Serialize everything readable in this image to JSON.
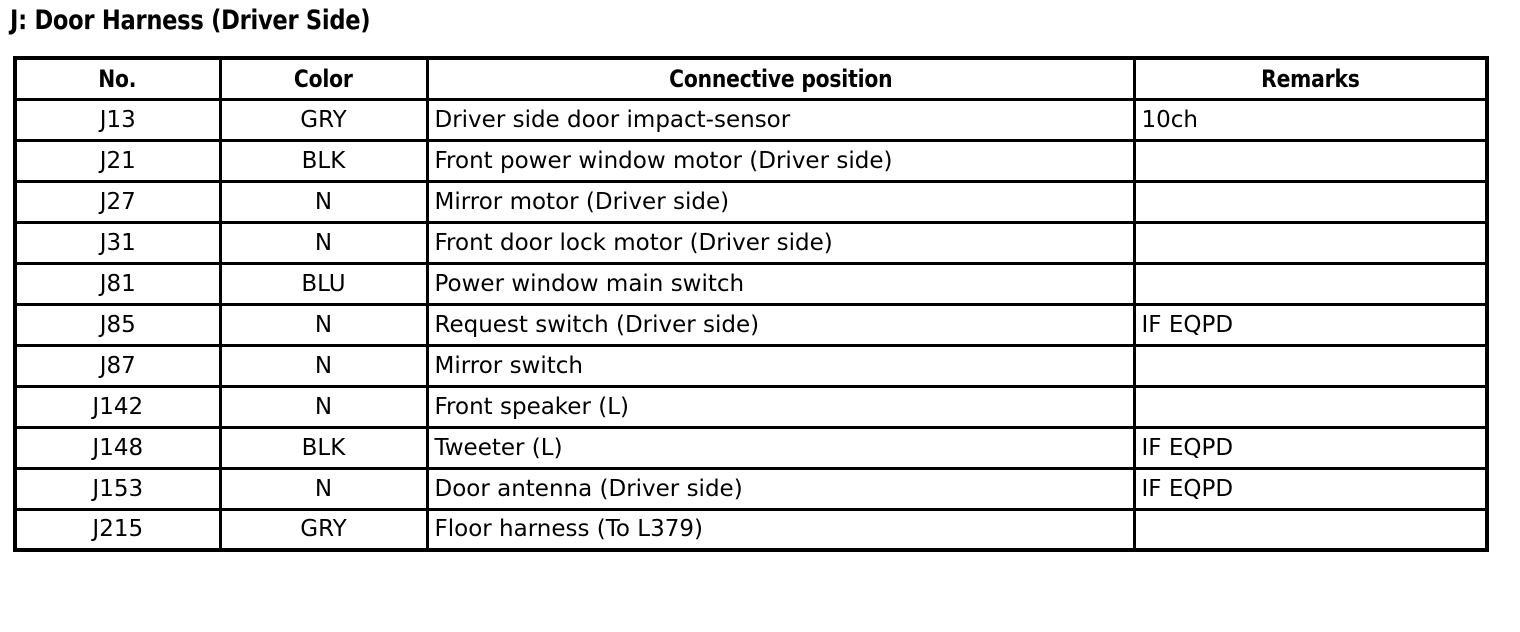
{
  "document": {
    "title": "J: Door Harness (Driver Side)"
  },
  "table": {
    "columns": [
      {
        "key": "no",
        "label": "No."
      },
      {
        "key": "color",
        "label": "Color"
      },
      {
        "key": "position",
        "label": "Connective position"
      },
      {
        "key": "remarks",
        "label": "Remarks"
      }
    ],
    "rows": [
      {
        "no": "J13",
        "color": "GRY",
        "position": "Driver side door impact-sensor",
        "remarks": "10ch"
      },
      {
        "no": "J21",
        "color": "BLK",
        "position": "Front power window motor (Driver side)",
        "remarks": ""
      },
      {
        "no": "J27",
        "color": "N",
        "position": "Mirror motor (Driver side)",
        "remarks": ""
      },
      {
        "no": "J31",
        "color": "N",
        "position": "Front door lock motor (Driver side)",
        "remarks": ""
      },
      {
        "no": "J81",
        "color": "BLU",
        "position": "Power window main switch",
        "remarks": ""
      },
      {
        "no": "J85",
        "color": "N",
        "position": "Request switch (Driver side)",
        "remarks": "IF EQPD"
      },
      {
        "no": "J87",
        "color": "N",
        "position": "Mirror switch",
        "remarks": ""
      },
      {
        "no": "J142",
        "color": "N",
        "position": "Front speaker (L)",
        "remarks": ""
      },
      {
        "no": "J148",
        "color": "BLK",
        "position": "Tweeter (L)",
        "remarks": "IF EQPD"
      },
      {
        "no": "J153",
        "color": "N",
        "position": "Door antenna (Driver side)",
        "remarks": "IF EQPD"
      },
      {
        "no": "J215",
        "color": "GRY",
        "position": "Floor harness (To L379)",
        "remarks": ""
      }
    ]
  },
  "style": {
    "text_color": "#000000",
    "background_color": "#ffffff",
    "border_color": "#000000"
  }
}
